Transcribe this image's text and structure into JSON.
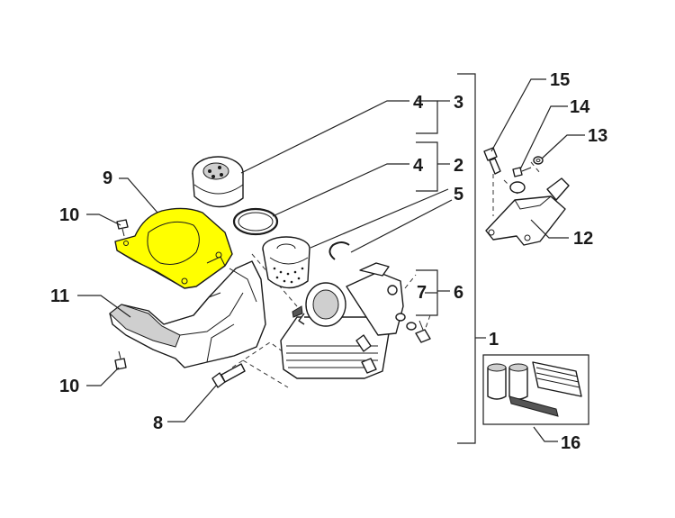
{
  "colors": {
    "highlight": "#ffff00",
    "line": "#1a1a1a",
    "background": "#ffffff"
  },
  "callouts": [
    {
      "id": "c1",
      "text": "1"
    },
    {
      "id": "c2",
      "text": "2"
    },
    {
      "id": "c3",
      "text": "3"
    },
    {
      "id": "c4a",
      "text": "4"
    },
    {
      "id": "c4b",
      "text": "4"
    },
    {
      "id": "c5",
      "text": "5"
    },
    {
      "id": "c6",
      "text": "6"
    },
    {
      "id": "c7",
      "text": "7"
    },
    {
      "id": "c8",
      "text": "8"
    },
    {
      "id": "c9",
      "text": "9"
    },
    {
      "id": "c10a",
      "text": "10"
    },
    {
      "id": "c10b",
      "text": "10"
    },
    {
      "id": "c11",
      "text": "11"
    },
    {
      "id": "c12",
      "text": "12"
    },
    {
      "id": "c13",
      "text": "13"
    },
    {
      "id": "c14",
      "text": "14"
    },
    {
      "id": "c15",
      "text": "15"
    },
    {
      "id": "c16",
      "text": "16"
    }
  ]
}
